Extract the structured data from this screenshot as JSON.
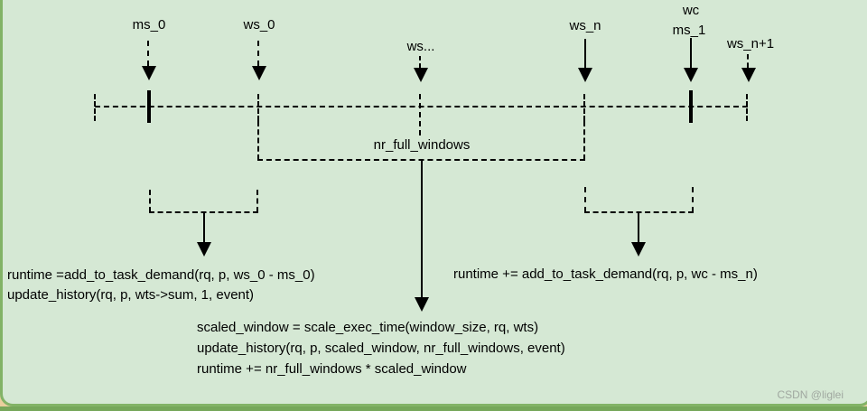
{
  "diagram": {
    "timeline_labels": {
      "ms_0": "ms_0",
      "ws_0": "ws_0",
      "ws_dots": "ws...",
      "ws_n": "ws_n",
      "wc": "wc",
      "ms_1": "ms_1",
      "ws_n_plus_1": "ws_n+1"
    },
    "bracket_label": "nr_full_windows",
    "annotations": {
      "left_line1": "runtime =add_to_task_demand(rq, p, ws_0 - ms_0)",
      "left_line2": "update_history(rq, p, wts->sum, 1, event)",
      "right_line1": "runtime += add_to_task_demand(rq, p, wc - ms_n)",
      "bottom_line1": "scaled_window = scale_exec_time(window_size, rq, wts)",
      "bottom_line2": "update_history(rq, p, scaled_window, nr_full_windows, event)",
      "bottom_line3": "runtime += nr_full_windows * scaled_window"
    },
    "colors": {
      "panel_fill": "#d5e8d4",
      "panel_border": "#82b366",
      "bottom_bar": "#76a75a",
      "page_background": "#e9cf9e",
      "text": "#000000",
      "watermark_text": "#a0a8a0"
    }
  },
  "watermark": "CSDN @liglei"
}
